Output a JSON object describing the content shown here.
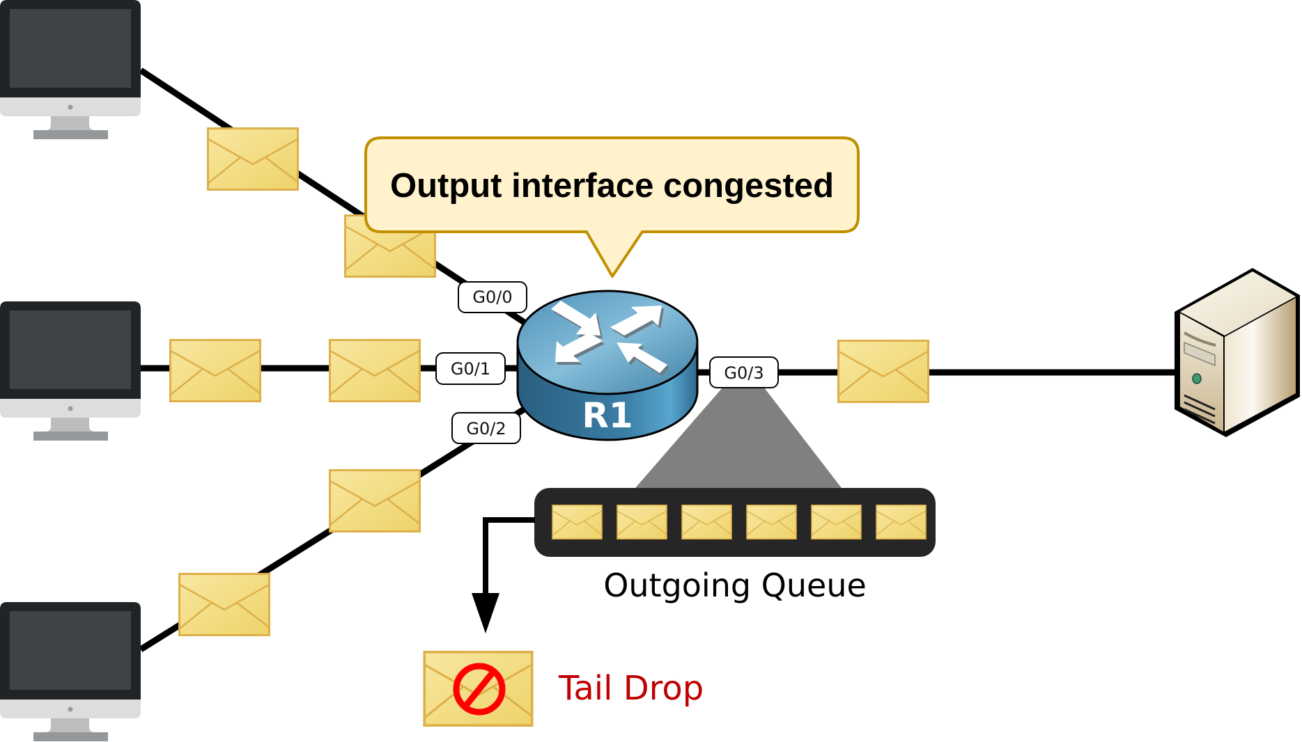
{
  "diagram": {
    "callout": {
      "text": "Output interface congested"
    },
    "router": {
      "name": "R1",
      "ports": [
        {
          "id": "g0-0",
          "label": "G0/0"
        },
        {
          "id": "g0-1",
          "label": "G0/1"
        },
        {
          "id": "g0-2",
          "label": "G0/2"
        },
        {
          "id": "g0-3",
          "label": "G0/3"
        }
      ]
    },
    "hosts": [
      {
        "id": "pc-top",
        "type": "desktop-computer",
        "port": "G0/0",
        "packets_in_transit": 2
      },
      {
        "id": "pc-middle",
        "type": "desktop-computer",
        "port": "G0/1",
        "packets_in_transit": 2
      },
      {
        "id": "pc-bottom",
        "type": "desktop-computer",
        "port": "G0/2",
        "packets_in_transit": 2
      }
    ],
    "server": {
      "id": "server",
      "type": "server-tower",
      "port": "G0/3",
      "packets_in_transit": 1
    },
    "queue": {
      "label": "Outgoing Queue",
      "packet_count": 6
    },
    "drop": {
      "label": "Tail Drop",
      "color": "#C00000",
      "icon": "prohibited-icon"
    },
    "colors": {
      "envelope_fill": "#F3DB84",
      "envelope_stroke": "#DDB04A",
      "callout_fill": "#FFF2CC",
      "callout_stroke": "#BF9000",
      "router_top": "#6FA9CC",
      "router_side": "#2F6A8C",
      "queue_bg": "#262626",
      "queue_funnel": "#808080",
      "link": "#000000",
      "drop_icon": "#FF0000"
    }
  }
}
